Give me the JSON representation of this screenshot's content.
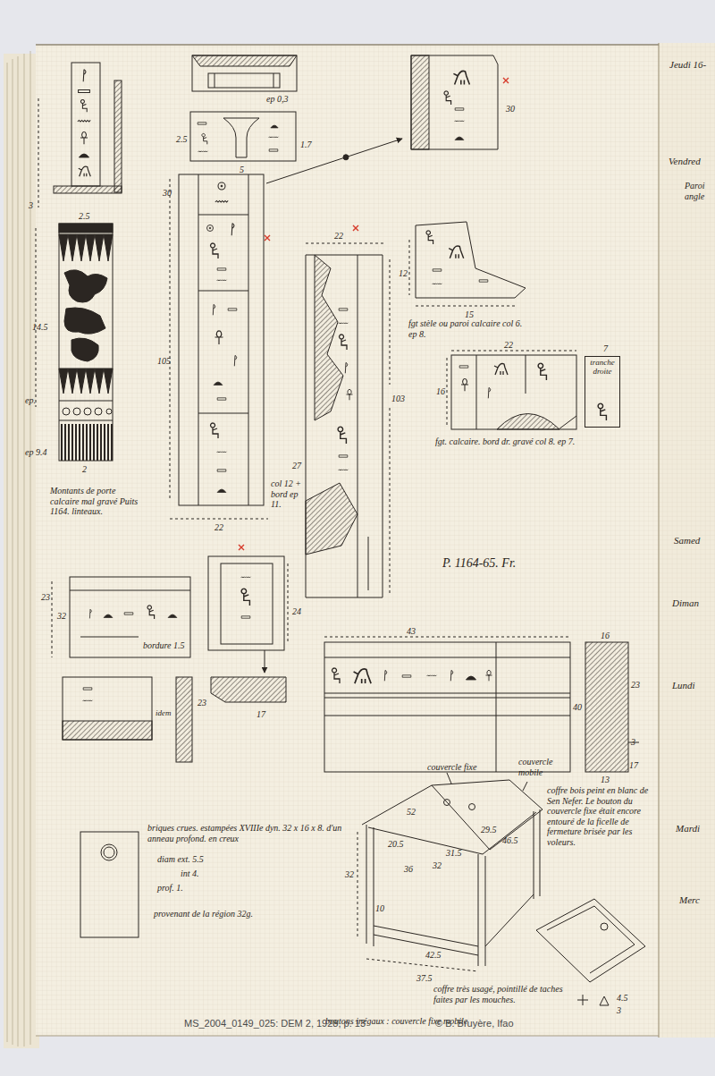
{
  "diagram": {
    "nodes": [
      {
        "text": [
          "tranche droite"
        ]
      }
    ],
    "labels": [
      "3",
      "2.5",
      "14.5",
      "ep.",
      "ep 9.4",
      "2",
      "Montants de porte calcaire mal gravé Puits 1164. linteaux.",
      "ep 0,3",
      "2.5",
      "5",
      "1.7",
      "30",
      "105",
      "col 12 + bord ep 11.",
      "22",
      "30",
      "22",
      "12",
      "103",
      "27",
      "15",
      "fgt stèle ou paroi calcaire col 6. ep 8.",
      "22",
      "7",
      "16",
      "fgt. calcaire. bord dr. gravé col 8. ep 7.",
      "P. 1164-65. Fr.",
      "23",
      "32",
      "bordure 1.5",
      "24",
      "idem",
      "23",
      "17",
      "43",
      "16",
      "23",
      "40",
      "3",
      "17",
      "13",
      "briques crues. estampées XVIIIe dyn. 32 x 16 x 8. d'un anneau profond. en creux",
      "diam ext. 5.5",
      "int 4.",
      "prof. 1.",
      "provenant de la région 32g.",
      "couvercle fixe",
      "couvercle mobile",
      "coffre bois peint en blanc de Sen Nefer. Le bouton du couvercle fixe était encore entouré de la ficelle de fermeture brisée par les voleurs.",
      "52",
      "20.5",
      "31.5",
      "29.5",
      "46.5",
      "36",
      "32",
      "32",
      "10",
      "42.5",
      "37.5",
      "coffre très usagé, pointillé de taches faites par les mouches.",
      "boutons inégaux : couvercle fixe mobile",
      "4.5",
      "3",
      "Jeudi 16-",
      "Vendred",
      "Paroi angle",
      "Samed",
      "Diman",
      "Lundi",
      "Mardi",
      "Merc",
      "MS_2004_0149_025: DEM 2, 1928, p. 13",
      "© B. Bruyère, Ifao"
    ]
  }
}
